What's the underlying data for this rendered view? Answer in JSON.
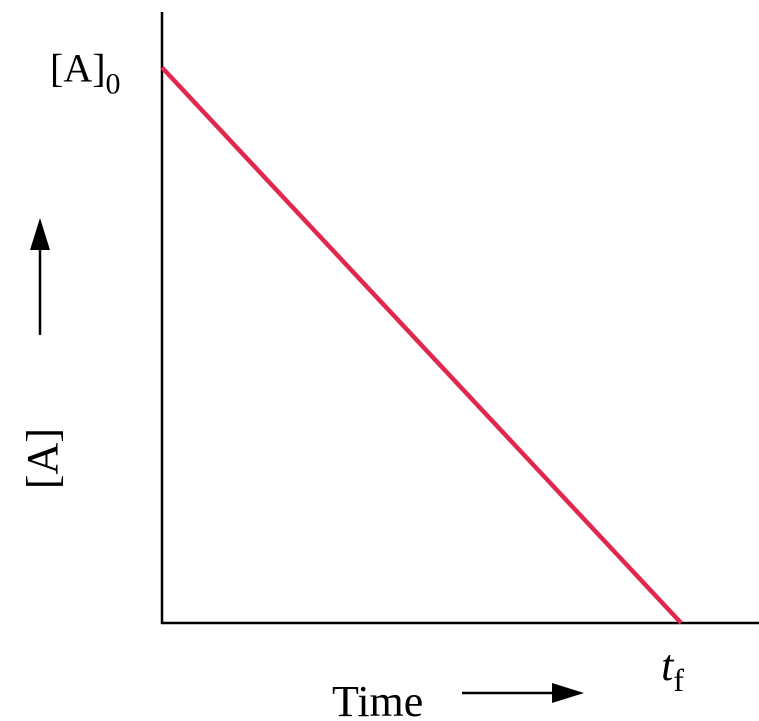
{
  "chart_data": {
    "type": "line",
    "title": "",
    "xlabel": "Time",
    "ylabel": "[A]",
    "x_ticks": [
      {
        "x": 1,
        "base": "t",
        "sub": "f"
      }
    ],
    "y_ticks": [
      {
        "y": 1,
        "base": "[A]",
        "sub": "0"
      }
    ],
    "xlim": [
      0,
      1.15
    ],
    "ylim": [
      0,
      1.1
    ],
    "grid": false,
    "series": [
      {
        "color": "#e0284f",
        "x": [
          0,
          1
        ],
        "y": [
          1,
          0
        ]
      }
    ]
  }
}
